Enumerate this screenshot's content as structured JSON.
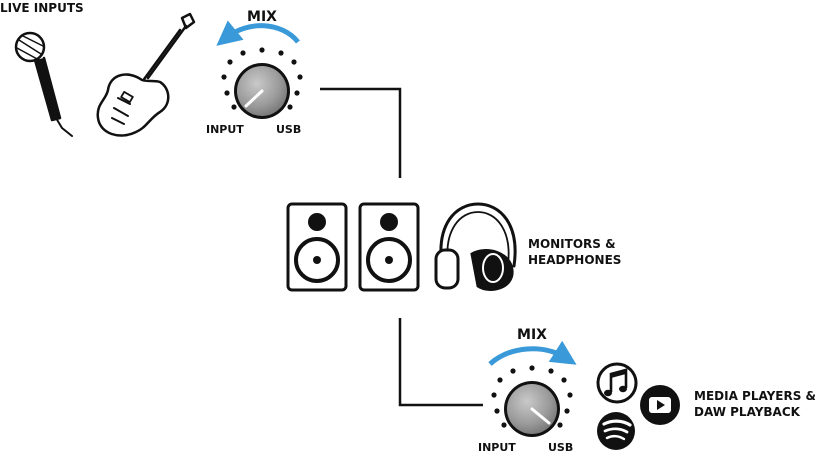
{
  "live_inputs": {
    "title": "LIVE INPUTS"
  },
  "top_knob": {
    "mix_label": "MIX",
    "left_label": "INPUT",
    "right_label": "USB"
  },
  "outputs": {
    "line1": "MONITORS &",
    "line2": "HEADPHONES"
  },
  "bottom_knob": {
    "mix_label": "MIX",
    "left_label": "INPUT",
    "right_label": "USB"
  },
  "media": {
    "line1": "MEDIA PLAYERS &",
    "line2": "DAW PLAYBACK"
  },
  "colors": {
    "arrow": "#3a9ad9",
    "ink": "#111111",
    "knob_gray": "#8d8d8d"
  }
}
